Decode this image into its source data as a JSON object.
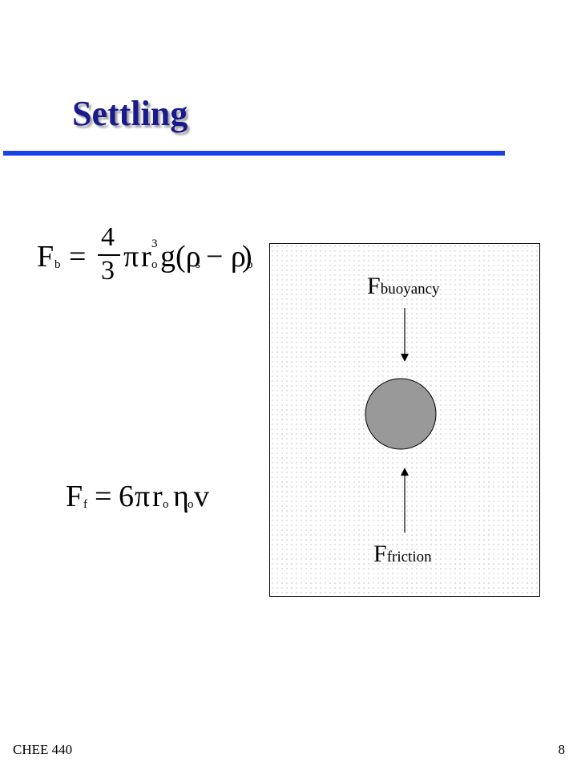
{
  "slide": {
    "title": "Settling",
    "footer_left": "CHEE 440",
    "page_number": "8"
  },
  "equations": {
    "buoyancy": {
      "F": "F",
      "F_sub": "b",
      "eq": "=",
      "numerator": "4",
      "denominator": "3",
      "pi": "π",
      "r": "r",
      "r_sub": "o",
      "r_sup": "3",
      "g": "g(ρ",
      "rho_s_sub": "s",
      "minus": "− ρ",
      "rho_o_sub": "o",
      "close": ")"
    },
    "friction": {
      "F": "F",
      "F_sub": "f",
      "eq": "=",
      "six": "6",
      "pi": "π",
      "r": "r",
      "r_sub": "o",
      "eta": "η",
      "eta_sub": "o",
      "v": "v"
    }
  },
  "diagram": {
    "top_force_main": "F",
    "top_force_sub": "buoyancy",
    "bottom_force_main": "F",
    "bottom_force_sub": "friction",
    "particle_color": "#999999",
    "fluid_dot_color": "#9a9a9a"
  },
  "colors": {
    "title": "#1a1a8c",
    "rule": "#1a40e8"
  }
}
